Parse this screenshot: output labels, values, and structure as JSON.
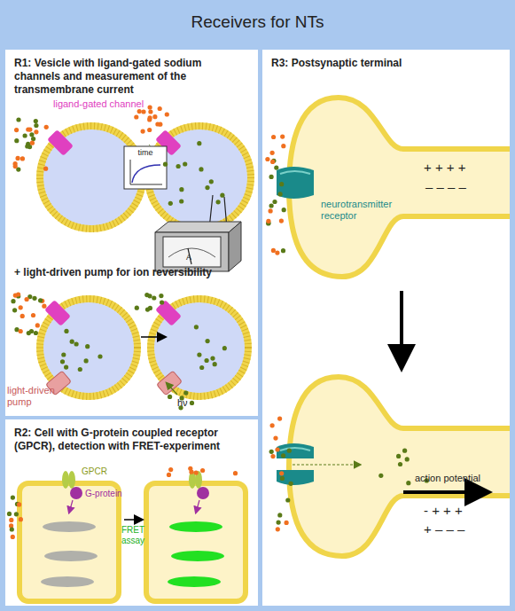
{
  "diagram": {
    "title": "Receivers for NTs",
    "nodes": [
      {
        "text": [
          "R1: Vesicle with ligand-gated sodium channels and measurement of the transmembrane current"
        ]
      },
      {
        "text": [
          "R2: Cell with G-protein coupled receptor (GPCR), detection with FRET-experiment"
        ]
      },
      {
        "text": [
          "R3: Postsynaptic terminal"
        ]
      }
    ],
    "labels": [
      "ligand-gated channel",
      "time",
      "A",
      "+ light-driven pump for ion reversibility",
      "light-driven pump",
      "hν",
      "GPCR",
      "G-protein",
      "FRET assay",
      "neurotransmitter receptor",
      "+ + + +",
      "– – – –",
      "action potential",
      "- + + +",
      "+ – – –"
    ]
  }
}
